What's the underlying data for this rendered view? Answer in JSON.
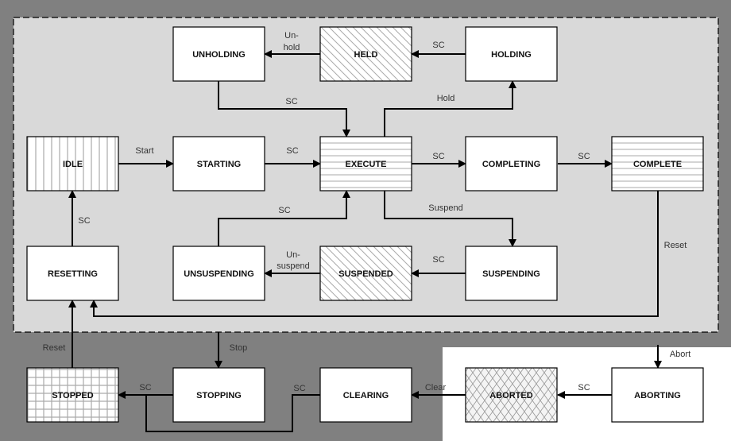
{
  "colors": {
    "outer_background": "#808080",
    "inner_region": "#d9d9d9",
    "abort_region": "#ffffff",
    "box_fill": "#ffffff",
    "line": "#000000"
  },
  "states": {
    "unholding": {
      "label": "UNHOLDING",
      "pattern": "none"
    },
    "held": {
      "label": "HELD",
      "pattern": "diagonal"
    },
    "holding": {
      "label": "HOLDING",
      "pattern": "none"
    },
    "idle": {
      "label": "IDLE",
      "pattern": "vertical"
    },
    "starting": {
      "label": "STARTING",
      "pattern": "none"
    },
    "execute": {
      "label": "EXECUTE",
      "pattern": "horizontal"
    },
    "completing": {
      "label": "COMPLETING",
      "pattern": "none"
    },
    "complete": {
      "label": "COMPLETE",
      "pattern": "horizontal"
    },
    "resetting": {
      "label": "RESETTING",
      "pattern": "none"
    },
    "unsuspending": {
      "label": "UNSUSPENDING",
      "pattern": "none"
    },
    "suspended": {
      "label": "SUSPENDED",
      "pattern": "diagonal"
    },
    "suspending": {
      "label": "SUSPENDING",
      "pattern": "none"
    },
    "stopped": {
      "label": "STOPPED",
      "pattern": "grid"
    },
    "stopping": {
      "label": "STOPPING",
      "pattern": "none"
    },
    "clearing": {
      "label": "CLEARING",
      "pattern": "none"
    },
    "aborted": {
      "label": "ABORTED",
      "pattern": "crosshatch"
    },
    "aborting": {
      "label": "ABORTING",
      "pattern": "none"
    }
  },
  "transitions": {
    "unhold_1": "Un-",
    "unhold_2": "hold",
    "holding_to_held": "SC",
    "unholding_to_execute": "SC",
    "hold": "Hold",
    "start": "Start",
    "starting_to_execute": "SC",
    "execute_to_completing": "SC",
    "completing_to_complete": "SC",
    "suspend": "Suspend",
    "suspending_to_suspended": "SC",
    "unsuspend_1": "Un-",
    "unsuspend_2": "suspend",
    "unsuspending_to_execute": "SC",
    "resetting_to_idle": "SC",
    "complete_reset": "Reset",
    "stopped_reset": "Reset",
    "stop": "Stop",
    "abort": "Abort",
    "stopping_to_stopped": "SC",
    "clearing_to_stopped": "SC",
    "clear": "Clear",
    "aborting_to_aborted": "SC"
  }
}
